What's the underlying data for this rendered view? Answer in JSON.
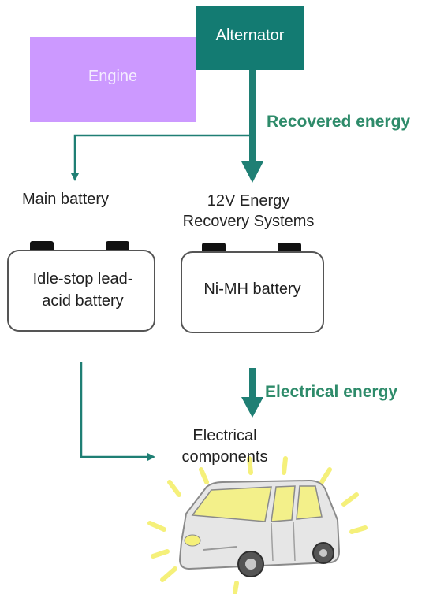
{
  "boxes": {
    "engine": "Engine",
    "alternator": "Alternator"
  },
  "flows": {
    "recovered": "Recovered energy",
    "electrical": "Electrical energy"
  },
  "labels": {
    "main_battery": "Main battery",
    "recovery_line1": "12V Energy",
    "recovery_line2": "Recovery Systems",
    "components_line1": "Electrical",
    "components_line2": "components"
  },
  "batteries": {
    "left_line1": "Idle-stop lead-",
    "left_line2": "acid battery",
    "right": "Ni-MH battery"
  },
  "colors": {
    "engine": "#cc99ff",
    "alternator": "#137b72",
    "arrow": "#1f7f74",
    "accent_text": "#2e8b6a",
    "car_glow": "#f5f07a"
  }
}
